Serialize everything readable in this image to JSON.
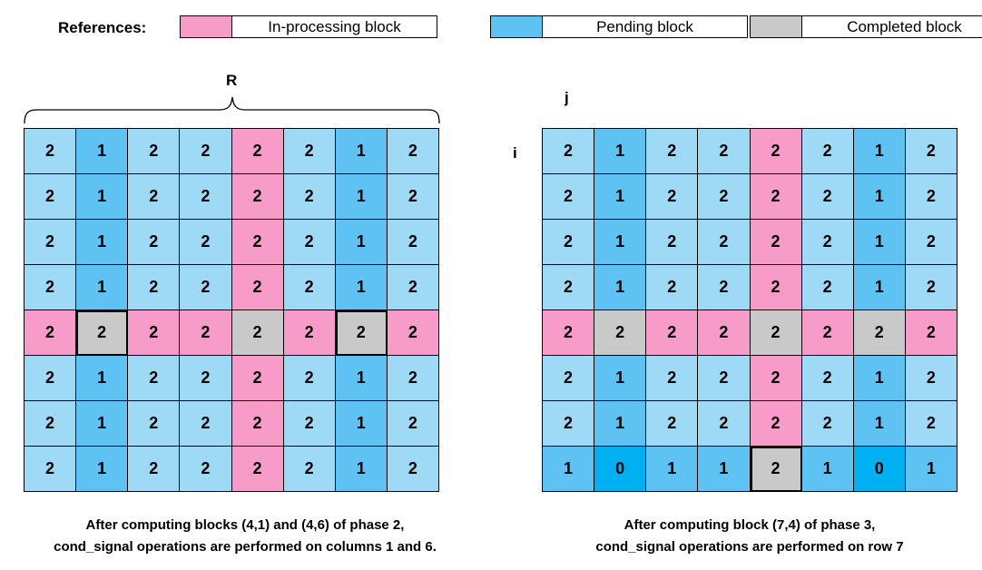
{
  "legend": {
    "title": "References:",
    "items": [
      {
        "label": "In-processing block",
        "color": "#f79bc8"
      },
      {
        "label": "Pending block",
        "color": "#5ec3f3"
      },
      {
        "label": "Completed block",
        "color": "#c9c9c9"
      }
    ]
  },
  "left_panel": {
    "brace_label": "R",
    "caption_line1": "After computing blocks (4,1) and (4,6) of phase 2,",
    "caption_line2": "cond_signal operations are performed on columns 1 and 6.",
    "rows": [
      [
        {
          "v": "2",
          "c": "light"
        },
        {
          "v": "1",
          "c": "mid"
        },
        {
          "v": "2",
          "c": "light"
        },
        {
          "v": "2",
          "c": "light"
        },
        {
          "v": "2",
          "c": "pink"
        },
        {
          "v": "2",
          "c": "light"
        },
        {
          "v": "1",
          "c": "mid"
        },
        {
          "v": "2",
          "c": "light"
        }
      ],
      [
        {
          "v": "2",
          "c": "light"
        },
        {
          "v": "1",
          "c": "mid"
        },
        {
          "v": "2",
          "c": "light"
        },
        {
          "v": "2",
          "c": "light"
        },
        {
          "v": "2",
          "c": "pink"
        },
        {
          "v": "2",
          "c": "light"
        },
        {
          "v": "1",
          "c": "mid"
        },
        {
          "v": "2",
          "c": "light"
        }
      ],
      [
        {
          "v": "2",
          "c": "light"
        },
        {
          "v": "1",
          "c": "mid"
        },
        {
          "v": "2",
          "c": "light"
        },
        {
          "v": "2",
          "c": "light"
        },
        {
          "v": "2",
          "c": "pink"
        },
        {
          "v": "2",
          "c": "light"
        },
        {
          "v": "1",
          "c": "mid"
        },
        {
          "v": "2",
          "c": "light"
        }
      ],
      [
        {
          "v": "2",
          "c": "light"
        },
        {
          "v": "1",
          "c": "mid"
        },
        {
          "v": "2",
          "c": "light"
        },
        {
          "v": "2",
          "c": "light"
        },
        {
          "v": "2",
          "c": "pink"
        },
        {
          "v": "2",
          "c": "light"
        },
        {
          "v": "1",
          "c": "mid"
        },
        {
          "v": "2",
          "c": "light"
        }
      ],
      [
        {
          "v": "2",
          "c": "pink"
        },
        {
          "v": "2",
          "c": "gray",
          "boxed": true
        },
        {
          "v": "2",
          "c": "pink"
        },
        {
          "v": "2",
          "c": "pink"
        },
        {
          "v": "2",
          "c": "gray"
        },
        {
          "v": "2",
          "c": "pink"
        },
        {
          "v": "2",
          "c": "gray",
          "boxed": true
        },
        {
          "v": "2",
          "c": "pink"
        }
      ],
      [
        {
          "v": "2",
          "c": "light"
        },
        {
          "v": "1",
          "c": "mid"
        },
        {
          "v": "2",
          "c": "light"
        },
        {
          "v": "2",
          "c": "light"
        },
        {
          "v": "2",
          "c": "pink"
        },
        {
          "v": "2",
          "c": "light"
        },
        {
          "v": "1",
          "c": "mid"
        },
        {
          "v": "2",
          "c": "light"
        }
      ],
      [
        {
          "v": "2",
          "c": "light"
        },
        {
          "v": "1",
          "c": "mid"
        },
        {
          "v": "2",
          "c": "light"
        },
        {
          "v": "2",
          "c": "light"
        },
        {
          "v": "2",
          "c": "pink"
        },
        {
          "v": "2",
          "c": "light"
        },
        {
          "v": "1",
          "c": "mid"
        },
        {
          "v": "2",
          "c": "light"
        }
      ],
      [
        {
          "v": "2",
          "c": "light"
        },
        {
          "v": "1",
          "c": "mid"
        },
        {
          "v": "2",
          "c": "light"
        },
        {
          "v": "2",
          "c": "light"
        },
        {
          "v": "2",
          "c": "pink"
        },
        {
          "v": "2",
          "c": "light"
        },
        {
          "v": "1",
          "c": "mid"
        },
        {
          "v": "2",
          "c": "light"
        }
      ]
    ]
  },
  "right_panel": {
    "col_label": "j",
    "row_label": "i",
    "caption_line1": "After computing block (7,4) of phase 3,",
    "caption_line2": "cond_signal operations are performed on row 7",
    "rows": [
      [
        {
          "v": "2",
          "c": "light"
        },
        {
          "v": "1",
          "c": "mid"
        },
        {
          "v": "2",
          "c": "light"
        },
        {
          "v": "2",
          "c": "light"
        },
        {
          "v": "2",
          "c": "pink"
        },
        {
          "v": "2",
          "c": "light"
        },
        {
          "v": "1",
          "c": "mid"
        },
        {
          "v": "2",
          "c": "light"
        }
      ],
      [
        {
          "v": "2",
          "c": "light"
        },
        {
          "v": "1",
          "c": "mid"
        },
        {
          "v": "2",
          "c": "light"
        },
        {
          "v": "2",
          "c": "light"
        },
        {
          "v": "2",
          "c": "pink"
        },
        {
          "v": "2",
          "c": "light"
        },
        {
          "v": "1",
          "c": "mid"
        },
        {
          "v": "2",
          "c": "light"
        }
      ],
      [
        {
          "v": "2",
          "c": "light"
        },
        {
          "v": "1",
          "c": "mid"
        },
        {
          "v": "2",
          "c": "light"
        },
        {
          "v": "2",
          "c": "light"
        },
        {
          "v": "2",
          "c": "pink"
        },
        {
          "v": "2",
          "c": "light"
        },
        {
          "v": "1",
          "c": "mid"
        },
        {
          "v": "2",
          "c": "light"
        }
      ],
      [
        {
          "v": "2",
          "c": "light"
        },
        {
          "v": "1",
          "c": "mid"
        },
        {
          "v": "2",
          "c": "light"
        },
        {
          "v": "2",
          "c": "light"
        },
        {
          "v": "2",
          "c": "pink"
        },
        {
          "v": "2",
          "c": "light"
        },
        {
          "v": "1",
          "c": "mid"
        },
        {
          "v": "2",
          "c": "light"
        }
      ],
      [
        {
          "v": "2",
          "c": "pink"
        },
        {
          "v": "2",
          "c": "gray"
        },
        {
          "v": "2",
          "c": "pink"
        },
        {
          "v": "2",
          "c": "pink"
        },
        {
          "v": "2",
          "c": "gray"
        },
        {
          "v": "2",
          "c": "pink"
        },
        {
          "v": "2",
          "c": "gray"
        },
        {
          "v": "2",
          "c": "pink"
        }
      ],
      [
        {
          "v": "2",
          "c": "light"
        },
        {
          "v": "1",
          "c": "mid"
        },
        {
          "v": "2",
          "c": "light"
        },
        {
          "v": "2",
          "c": "light"
        },
        {
          "v": "2",
          "c": "pink"
        },
        {
          "v": "2",
          "c": "light"
        },
        {
          "v": "1",
          "c": "mid"
        },
        {
          "v": "2",
          "c": "light"
        }
      ],
      [
        {
          "v": "2",
          "c": "light"
        },
        {
          "v": "1",
          "c": "mid"
        },
        {
          "v": "2",
          "c": "light"
        },
        {
          "v": "2",
          "c": "light"
        },
        {
          "v": "2",
          "c": "pink"
        },
        {
          "v": "2",
          "c": "light"
        },
        {
          "v": "1",
          "c": "mid"
        },
        {
          "v": "2",
          "c": "light"
        }
      ],
      [
        {
          "v": "1",
          "c": "mid"
        },
        {
          "v": "0",
          "c": "dark"
        },
        {
          "v": "1",
          "c": "mid"
        },
        {
          "v": "1",
          "c": "mid"
        },
        {
          "v": "2",
          "c": "gray",
          "boxed": true
        },
        {
          "v": "1",
          "c": "mid"
        },
        {
          "v": "0",
          "c": "dark"
        },
        {
          "v": "1",
          "c": "mid"
        }
      ]
    ]
  }
}
